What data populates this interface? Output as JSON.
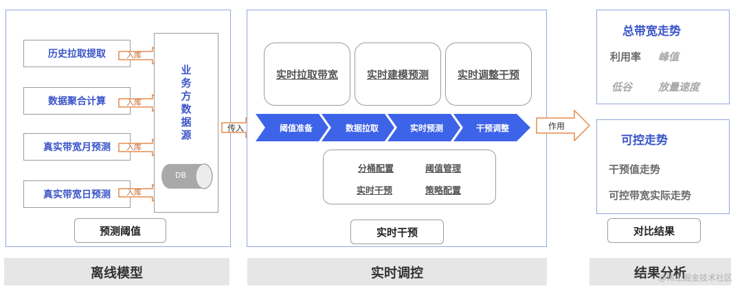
{
  "offline": {
    "sources": [
      "历史拉取提取",
      "数据聚合计算",
      "真实带宽月预测",
      "真实带宽日预测"
    ],
    "arrow_label": "入库",
    "db_source_chars": [
      "业",
      "务",
      "方",
      "数",
      "据",
      "源"
    ],
    "db_label": "DB",
    "bottom_label": "预测阈值"
  },
  "realtime": {
    "input_label": "传入",
    "boxes": [
      "实时拉取带宽",
      "实时建模预测",
      "实时调整干预"
    ],
    "steps": [
      "阈值准备",
      "数据拉取",
      "实时预测",
      "干预调整"
    ],
    "config": [
      "分桶配置",
      "阈值管理",
      "实时干预",
      "策略配置"
    ],
    "bottom_label": "实时干预",
    "output_label": "作用"
  },
  "results": {
    "total_title": "总带宽走势",
    "total_items": [
      "利用率",
      "峰值",
      "低谷",
      "放量速度"
    ],
    "control_title": "可控走势",
    "control_items": [
      "干预值走势",
      "可控带宽实际走势"
    ],
    "bottom_label": "对比结果"
  },
  "footer": [
    "离线模型",
    "实时调控",
    "结果分析"
  ],
  "watermark": "@稀土掘金技术社区",
  "colors": {
    "accent": "#3a55c8",
    "chevron": "#3d63e8",
    "arrow_orange": "#e58a4a"
  }
}
